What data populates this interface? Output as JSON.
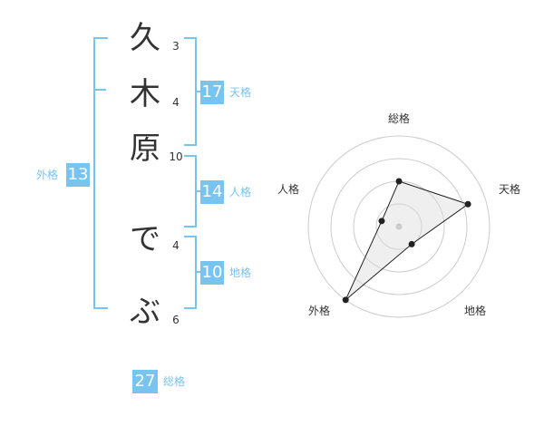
{
  "colors": {
    "accent": "#77c4f0",
    "text": "#333333"
  },
  "characters": [
    {
      "char": "久",
      "strokes": "3"
    },
    {
      "char": "木",
      "strokes": "4"
    },
    {
      "char": "原",
      "strokes": "10"
    },
    {
      "char": "で",
      "strokes": "4"
    },
    {
      "char": "ぶ",
      "strokes": "6"
    }
  ],
  "fortune": {
    "tenkaku": {
      "value": "17",
      "label": "天格"
    },
    "jinkaku": {
      "value": "14",
      "label": "人格"
    },
    "chikaku": {
      "value": "10",
      "label": "地格"
    },
    "gaikaku": {
      "value": "13",
      "label": "外格"
    },
    "soukaku": {
      "value": "27",
      "label": "総格"
    }
  },
  "chart_data": {
    "type": "radar",
    "axes": [
      "総格",
      "天格",
      "地格",
      "外格",
      "人格"
    ],
    "rings": 4,
    "values": [
      2.5,
      4.0,
      1.2,
      5.0,
      1.0
    ],
    "max": 5
  }
}
